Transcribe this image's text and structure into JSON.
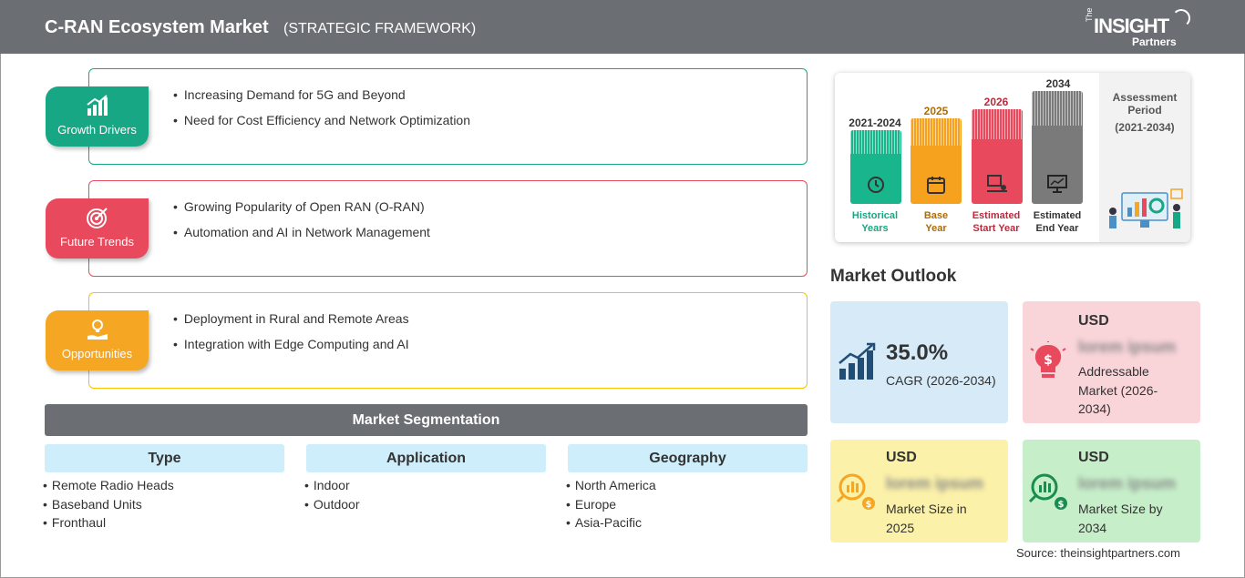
{
  "header": {
    "title": "C-RAN Ecosystem Market",
    "subtitle": "(STRATEGIC FRAMEWORK)",
    "logo_text": {
      "the": "The",
      "insight": "INSIGHT",
      "partners": "Partners"
    }
  },
  "framework": [
    {
      "tag": "Growth Drivers",
      "color": "#18a784",
      "items": [
        "Increasing Demand for 5G and Beyond",
        "Need for Cost Efficiency and Network Optimization"
      ]
    },
    {
      "tag": "Future Trends",
      "color": "#e8495c",
      "items": [
        "Growing Popularity of Open RAN (O-RAN)",
        "Automation and AI in Network Management"
      ]
    },
    {
      "tag": "Opportunities",
      "color": "#f5a623",
      "items": [
        "Deployment in Rural and Remote Areas",
        "Integration with Edge Computing and AI"
      ]
    }
  ],
  "segmentation": {
    "title": "Market Segmentation",
    "columns": [
      {
        "header": "Type",
        "items": [
          "Remote Radio Heads",
          "Baseband Units",
          "Fronthaul"
        ]
      },
      {
        "header": "Application",
        "items": [
          "Indoor",
          "Outdoor"
        ]
      },
      {
        "header": "Geography",
        "items": [
          "North America",
          "Europe",
          "Asia-Pacific"
        ]
      }
    ]
  },
  "timeline": {
    "bars": [
      {
        "year": "2021-2024",
        "label1": "Historical",
        "label2": "Years",
        "color": "#19b58d",
        "year_color": "#18a784"
      },
      {
        "year": "2025",
        "label1": "Base",
        "label2": "Year",
        "color": "#f6a21e",
        "year_color": "#b06c00"
      },
      {
        "year": "2026",
        "label1": "Estimated",
        "label2": "Start Year",
        "color": "#e8495c",
        "year_color": "#c0283c"
      },
      {
        "year": "2034",
        "label1": "Estimated",
        "label2": "End Year",
        "color": "#7a7a7a",
        "year_color": "#333333"
      }
    ],
    "assessment_title": "Assessment Period",
    "assessment_period": "(2021-2034)"
  },
  "outlook": {
    "title": "Market Outlook",
    "cagr": {
      "value": "35.0%",
      "label": "CAGR (2026-2034)"
    },
    "addressable": {
      "usd": "USD",
      "value": "lorem ipsum",
      "label": "Addressable Market (2026-2034)"
    },
    "size_2025": {
      "usd": "USD",
      "value": "lorem ipsum",
      "label": "Market Size in 2025"
    },
    "size_2034": {
      "usd": "USD",
      "value": "lorem ipsum",
      "label": "Market Size by 2034"
    }
  },
  "source": "Source: theinsightpartners.com"
}
